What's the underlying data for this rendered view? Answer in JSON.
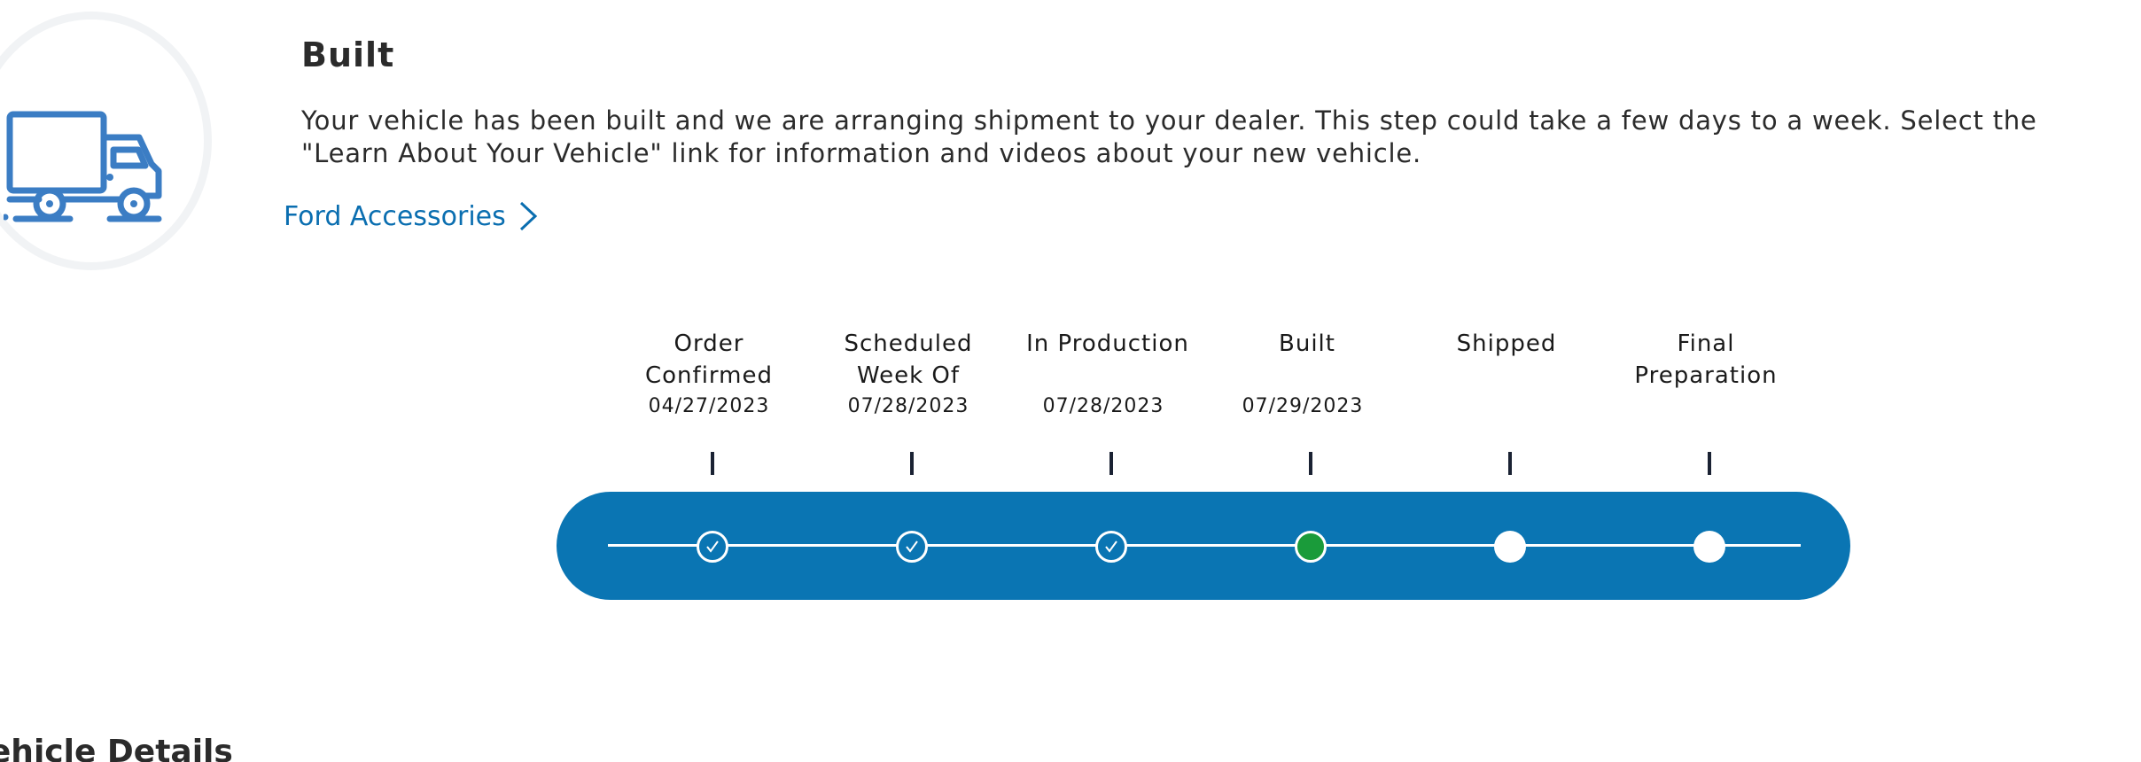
{
  "status": {
    "title": "Built",
    "description": "Your vehicle has been built and we are arranging shipment to your dealer. This step could take a few days to a week. Select the \"Learn About Your Vehicle\" link for information and videos about your new vehicle.",
    "icon": "truck-icon"
  },
  "links": {
    "accessories": "Ford Accessories"
  },
  "tracker": {
    "steps": [
      {
        "label": "Order Confirmed",
        "date": "04/27/2023",
        "state": "complete"
      },
      {
        "label": "Scheduled Week Of",
        "date": "07/28/2023",
        "state": "complete"
      },
      {
        "label": "In Production",
        "date": "07/28/2023",
        "state": "complete"
      },
      {
        "label": "Built",
        "date": "07/29/2023",
        "state": "current"
      },
      {
        "label": "Shipped",
        "date": "",
        "state": "pending"
      },
      {
        "label": "Final Preparation",
        "date": "",
        "state": "pending"
      }
    ]
  },
  "sections": {
    "vehicle_details": "Vehicle Details"
  },
  "colors": {
    "accent": "#0a75b3",
    "link": "#0a6eb0",
    "current_step": "#1a9b3a"
  }
}
